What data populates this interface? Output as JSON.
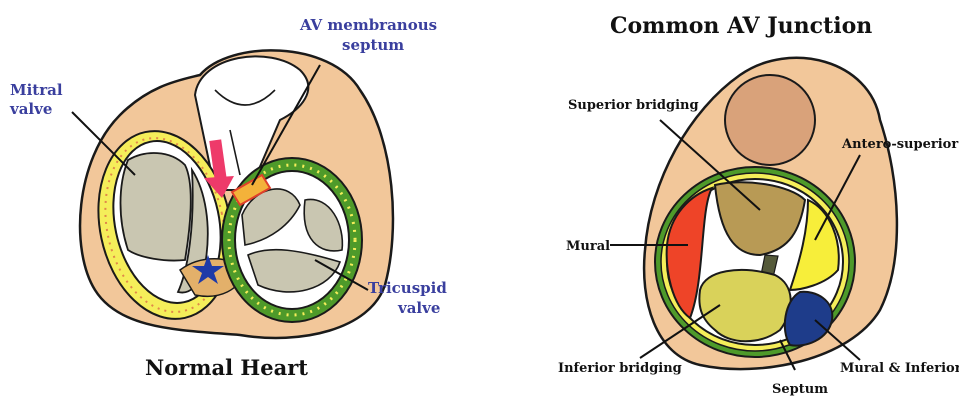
{
  "left_panel": {
    "caption": "Normal Heart",
    "labels": {
      "mitral_line1": "Mitral",
      "mitral_line2": "valve",
      "av_line1": "AV membranous",
      "av_line2": "septum",
      "tricuspid_line1": "Tricuspid",
      "tricuspid_line2": "valve"
    }
  },
  "right_panel": {
    "title": "Common AV Junction",
    "labels": {
      "superior_bridging": "Superior bridging",
      "antero_superior": "Antero-superior",
      "mural": "Mural",
      "inferior_bridging": "Inferior bridging",
      "septum": "Septum",
      "mural_inferior": "Mural & Inferior"
    }
  },
  "colors": {
    "tissue": "#f2c79a",
    "valve_gray": "#c9c6b1",
    "yellow_ring": "#f5ee5a",
    "green_ring": "#4e9a2a",
    "arrow_pink": "#ee3a6a",
    "star_blue": "#1e3aa8",
    "mural_red": "#ee4428",
    "superior_brown": "#b89a55",
    "antero_yellow": "#f7ee3a",
    "inferior_olive": "#d9d25a",
    "mural_inferior_navy": "#1e3c8a",
    "aorta_tan": "#d9a27a"
  },
  "icons": [
    "star-icon",
    "arrow-icon"
  ]
}
